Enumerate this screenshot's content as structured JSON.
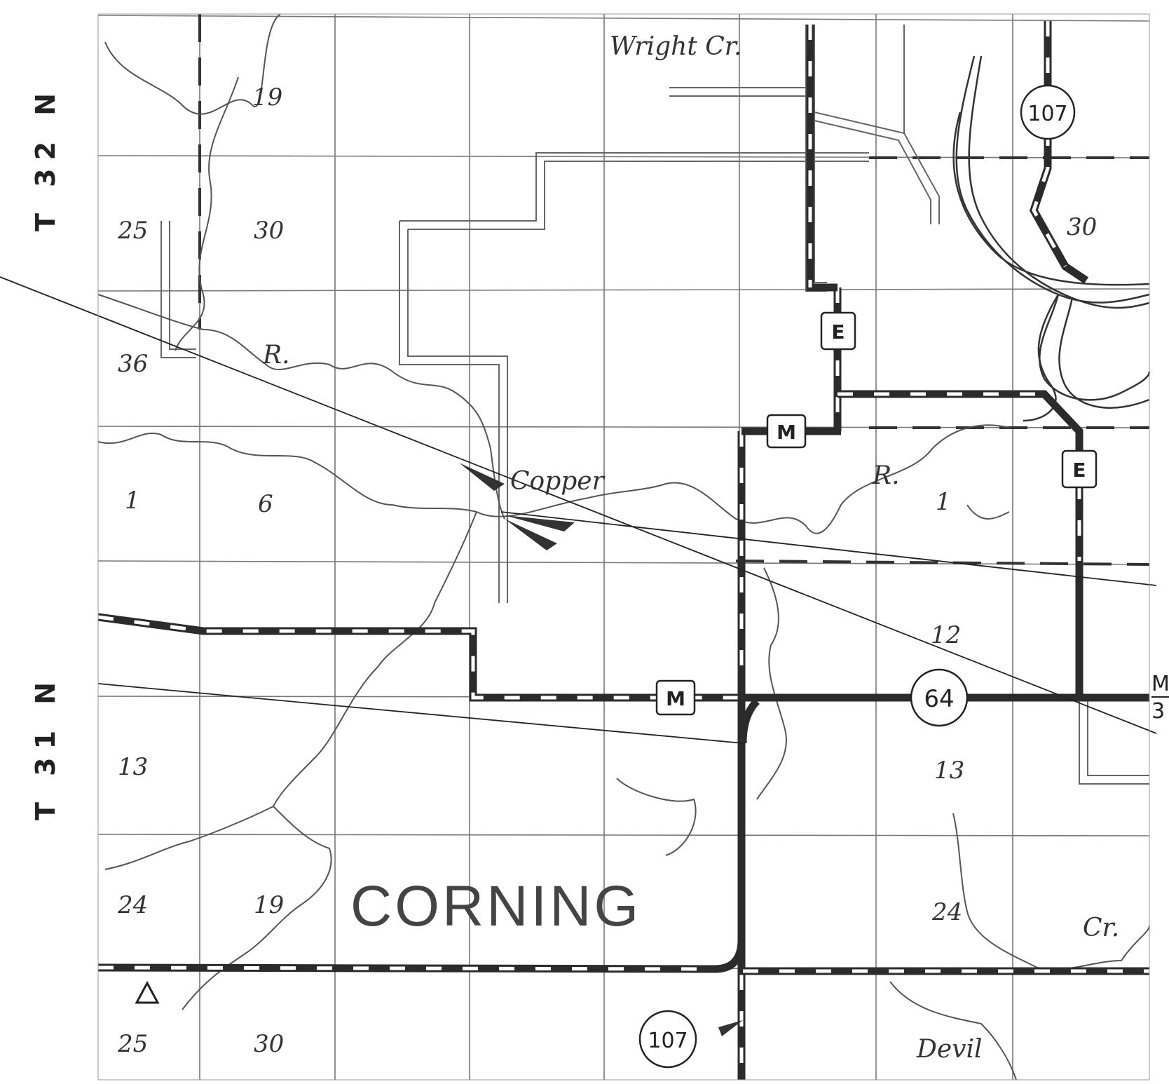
{
  "map": {
    "township_labels": {
      "north": "T 32 N",
      "south": "T 31 N"
    },
    "section_numbers": [
      {
        "id": "s19-top",
        "text": "19"
      },
      {
        "id": "s25",
        "text": "25"
      },
      {
        "id": "s30-left",
        "text": "30"
      },
      {
        "id": "s30-right",
        "text": "30"
      },
      {
        "id": "s36",
        "text": "36"
      },
      {
        "id": "s1-left",
        "text": "1"
      },
      {
        "id": "s6",
        "text": "6"
      },
      {
        "id": "s1-right",
        "text": "1"
      },
      {
        "id": "s12",
        "text": "12"
      },
      {
        "id": "s13-left",
        "text": "13"
      },
      {
        "id": "s13-right",
        "text": "13"
      },
      {
        "id": "s19-bottom",
        "text": "19"
      },
      {
        "id": "s24-left",
        "text": "24"
      },
      {
        "id": "s24-right",
        "text": "24"
      },
      {
        "id": "s25-bottom",
        "text": "25"
      },
      {
        "id": "s30-bottom",
        "text": "30"
      }
    ],
    "features": {
      "wright_creek": "Wright Cr.",
      "river_r_upper": "R.",
      "copper": "Copper",
      "river_r_lower": "R.",
      "creek_cr": "Cr.",
      "devil": "Devil"
    },
    "town": "CORNING",
    "route_shields": {
      "r107_top": "107",
      "r64": "64",
      "r107_bottom": "107"
    },
    "route_boxes": {
      "e_upper": "E",
      "m_upper": "M",
      "e_lower": "E",
      "m_lower": "M"
    },
    "edge_fragment": {
      "top": "M",
      "bottom": "3"
    },
    "colors": {
      "ink": "#2b2b2b",
      "paper": "#ffffff",
      "grid": "#777777"
    }
  }
}
